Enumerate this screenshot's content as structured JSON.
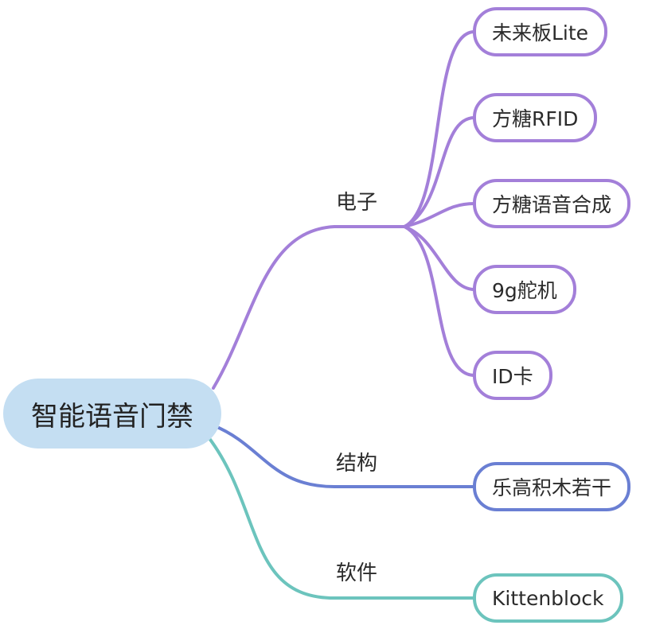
{
  "root": {
    "label": "智能语音门禁",
    "color": "#c4def2"
  },
  "branches": [
    {
      "label": "电子",
      "color": "#a37fd9",
      "children": [
        "未来板Lite",
        "方糖RFID",
        "方糖语音合成",
        "9g舵机",
        "ID卡"
      ]
    },
    {
      "label": "结构",
      "color": "#6a7fd3",
      "children": [
        "乐高积木若干"
      ]
    },
    {
      "label": "软件",
      "color": "#6cc4bd",
      "children": [
        "Kittenblock"
      ]
    }
  ]
}
